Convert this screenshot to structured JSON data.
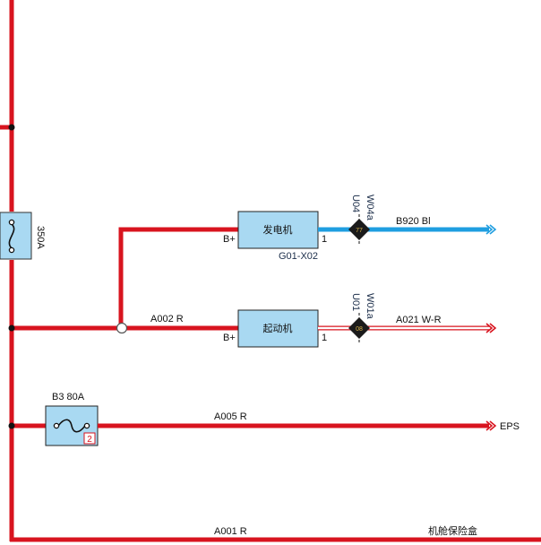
{
  "colors": {
    "wire_red": "#d8141f",
    "wire_blue": "#1f9ee0",
    "wire_white_red": "#ffffff",
    "box_fill": "#a9d9f2",
    "connector_fill": "#1b1b1b",
    "fuse_badge": "#d8141f"
  },
  "labels": {
    "main_fuse": "350A",
    "wire_a002": "A002 R",
    "wire_a005": "A005 R",
    "wire_a001": "A001 R",
    "wire_b920": "B920 Bl",
    "wire_a021": "A021 W-R",
    "eps": "EPS",
    "fuse_box": "机舱保险盒"
  },
  "generator": {
    "name": "发电机",
    "pin_bplus": "B+",
    "pin_1": "1",
    "connector_code": "G01-X02",
    "conn_u": "U04",
    "conn_w": "W04a",
    "conn_pin": "77"
  },
  "starter": {
    "name": "起动机",
    "pin_bplus": "B+",
    "pin_1": "1",
    "conn_u": "U01",
    "conn_w": "W01a",
    "conn_pin": "08"
  },
  "fuse_b3": {
    "label": "B3 80A",
    "badge": "2"
  }
}
